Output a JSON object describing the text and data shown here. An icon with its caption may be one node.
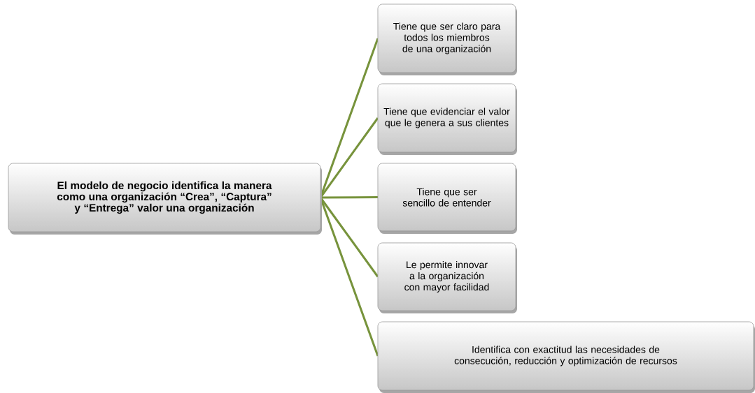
{
  "diagram": {
    "nodes": [
      {
        "text": [
          "El modelo de negocio identifica la manera como una organización “Crea”, “Captura” y “Entrega” valor una organización"
        ]
      },
      {
        "text": [
          "Tiene que ser claro para todos los miembros de una organización"
        ]
      },
      {
        "text": [
          "Tiene que evidenciar el valor que le genera a sus clientes"
        ]
      },
      {
        "text": [
          "Tiene que ser sencillo de entender"
        ]
      },
      {
        "text": [
          "Le permite innovar a la organización con mayor facilidad"
        ]
      },
      {
        "text": [
          "Identifica con exactitud las necesidades de consecución, reducción y optimización de recursos"
        ]
      }
    ],
    "edges": [
      {
        "from": 0,
        "to": 1,
        "arrow": "none"
      },
      {
        "from": 0,
        "to": 2,
        "arrow": "none"
      },
      {
        "from": 0,
        "to": 3,
        "arrow": "none"
      },
      {
        "from": 0,
        "to": 4,
        "arrow": "none"
      },
      {
        "from": 0,
        "to": 5,
        "arrow": "none"
      }
    ]
  }
}
